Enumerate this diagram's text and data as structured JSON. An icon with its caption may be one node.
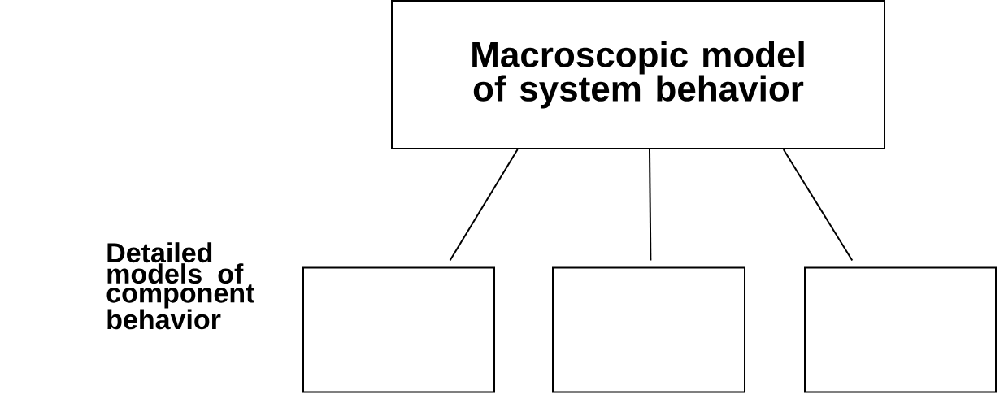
{
  "diagram": {
    "nodes": [
      {
        "text": [
          "Macroscopic model of system behavior"
        ]
      },
      {
        "text": [],
        "shape": "box"
      },
      {
        "text": [],
        "shape": "box"
      },
      {
        "text": [],
        "shape": "box"
      }
    ],
    "edges": [
      {
        "from": 0,
        "to": 1,
        "arrow": "none"
      },
      {
        "from": 0,
        "to": 2,
        "arrow": "none"
      },
      {
        "from": 0,
        "to": 3,
        "arrow": "none"
      }
    ],
    "labels": [
      "Detailed models of component behavior"
    ]
  }
}
